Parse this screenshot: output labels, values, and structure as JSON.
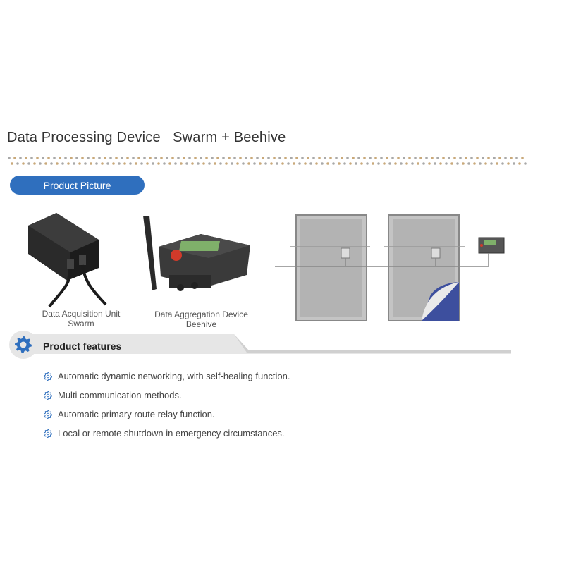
{
  "header": {
    "title": "Data Processing Device   Swarm + Beehive"
  },
  "section_products": {
    "label": "Product Picture",
    "swarm_caption_line1": "Data Acquisition Unit",
    "swarm_caption_line2": "Swarm",
    "beehive_caption_line1": "Data Aggregation Device",
    "beehive_caption_line2": "Beehive"
  },
  "section_features": {
    "label": "Product features",
    "items": [
      "Automatic dynamic networking, with self-healing function.",
      "Multi communication methods.",
      "Automatic primary route relay function.",
      "Local or remote shutdown in emergency circumstances."
    ]
  },
  "colors": {
    "accent_blue": "#2f6fbe",
    "dot_gray": "#a9a9a9",
    "dot_tan": "#c9a97a",
    "panel_gray": "#b9b9b9",
    "solar_blue": "#3d4f9e"
  },
  "icons": {
    "feature_bullet": "gear-icon",
    "section_icon": "gear-icon"
  }
}
